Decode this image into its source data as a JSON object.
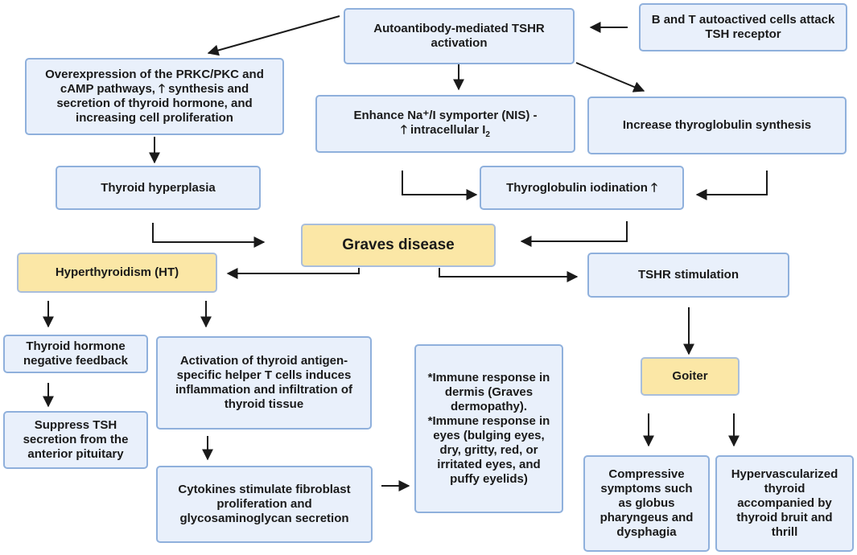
{
  "nodes": {
    "autoantibody": {
      "text": "Autoantibody-mediated TSHR activation"
    },
    "bt_cells": {
      "text": "B and T autoactived cells attack TSH receptor"
    },
    "overexpression": {
      "before": "Overexpression of the PRKC/PKC and cAMP pathways, ",
      "arrow": "🡑",
      "after": " synthesis and secretion of thyroid hormone, and increasing cell proliferation"
    },
    "nis": {
      "line1": "Enhance Na⁺/I symporter (NIS) -",
      "arrow": "🡑",
      "line2_prefix": " intracellular I",
      "subscript": "2"
    },
    "thyroglobulin_synthesis": {
      "text": "Increase thyroglobulin synthesis"
    },
    "hyperplasia": {
      "text": "Thyroid hyperplasia"
    },
    "iodination": {
      "text": "Thyroglobulin iodination ",
      "arrow": "🡑"
    },
    "graves": {
      "text": "Graves disease"
    },
    "hyperthyroidism": {
      "text": "Hyperthyroidism (HT)"
    },
    "tshr_stimulation": {
      "text": "TSHR stimulation"
    },
    "negative_feedback": {
      "text": "Thyroid hormone negative feedback"
    },
    "activation": {
      "text": "Activation of thyroid antigen-specific helper T cells induces  inflammation and infiltration of thyroid tissue"
    },
    "immune": {
      "line1": "*Immune response in dermis (Graves dermopathy).",
      "line2": "*Immune response in eyes (bulging eyes, dry, gritty, red, or irritated eyes, and puffy eyelids)"
    },
    "goiter": {
      "text": "Goiter"
    },
    "suppress_tsh": {
      "text": "Suppress TSH secretion from the anterior pituitary"
    },
    "cytokines": {
      "text": "Cytokines stimulate fibroblast proliferation and glycosaminoglycan secretion"
    },
    "compressive": {
      "text": "Compressive symptoms such as globus pharyngeus and dysphagia"
    },
    "hypervascularized": {
      "text": "Hypervascularized thyroid accompanied by thyroid bruit and thrill"
    }
  },
  "colors": {
    "box_fill": "#e9f0fb",
    "box_border": "#8fb0dc",
    "highlight_fill": "#fbe7a6",
    "arrow": "#1a1a1a"
  }
}
